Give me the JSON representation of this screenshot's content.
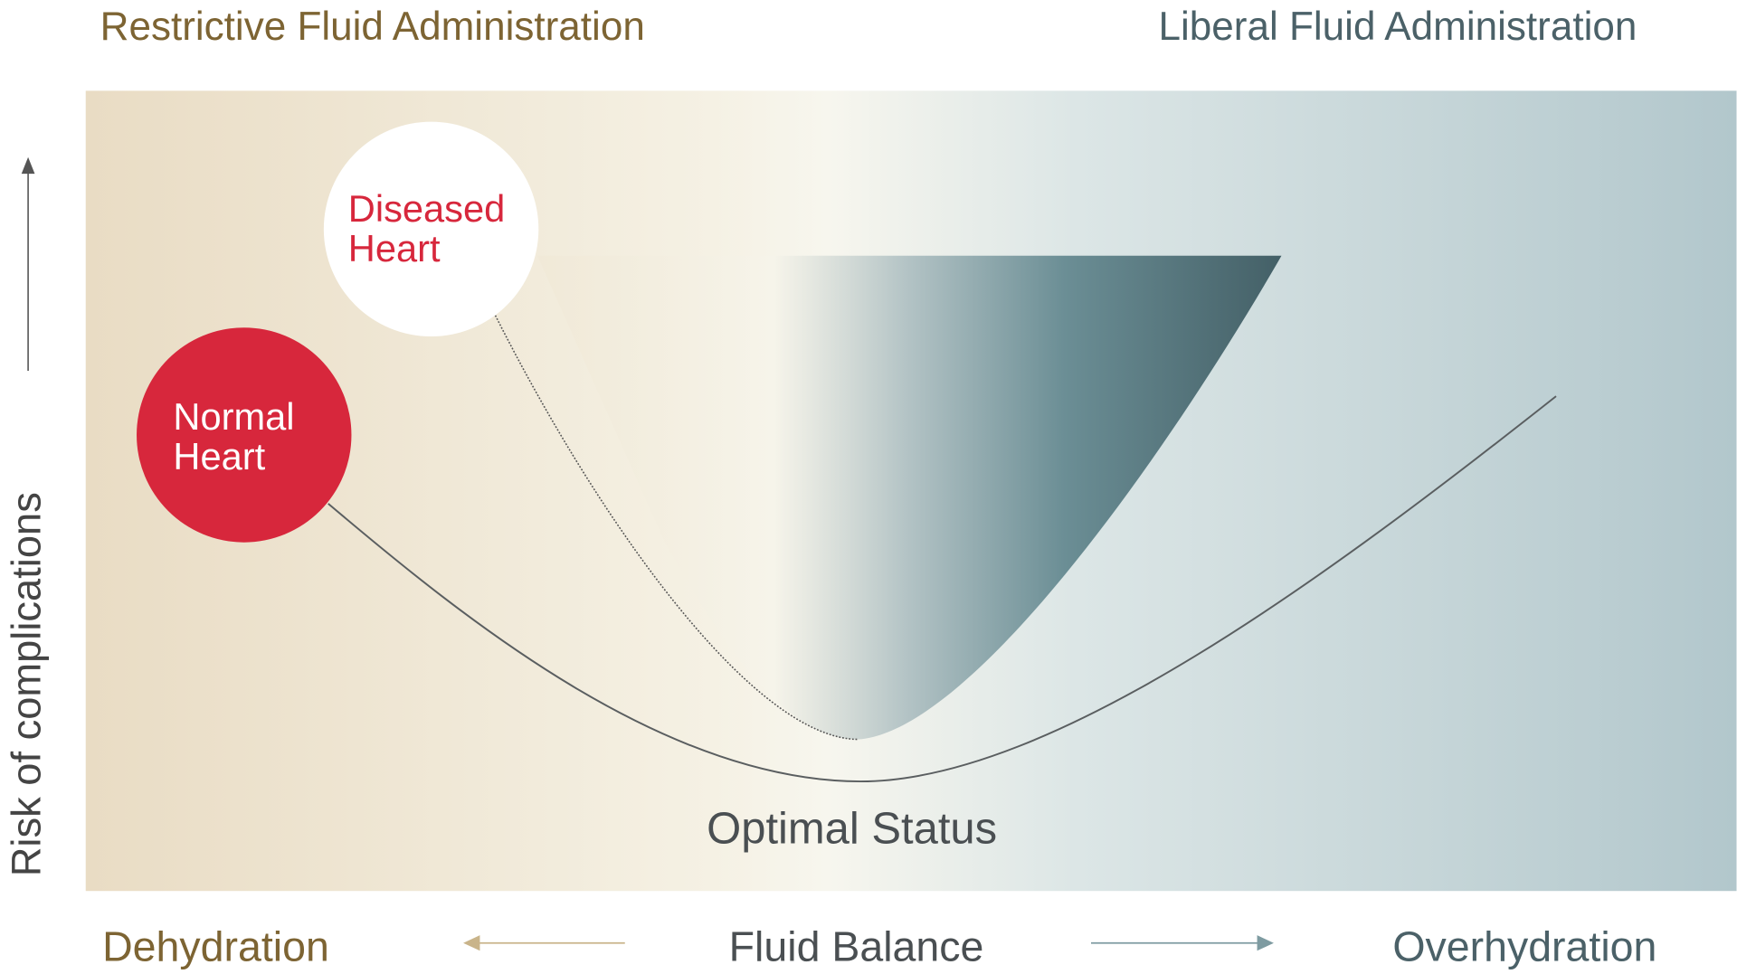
{
  "header": {
    "left_title": "Restrictive Fluid Administration",
    "right_title": "Liberal Fluid Administration"
  },
  "y_axis": {
    "label": "Risk of complications"
  },
  "bubbles": {
    "diseased": {
      "line1": "Diseased",
      "line2": "Heart"
    },
    "normal": {
      "line1": "Normal",
      "line2": "Heart"
    }
  },
  "optimal_label": "Optimal Status",
  "footer": {
    "left": "Dehydration",
    "center": "Fluid Balance",
    "right": "Overhydration"
  },
  "colors": {
    "gold": "#7d6433",
    "slate": "#4b6168",
    "red": "#d7273c",
    "dark_text": "#4a4f52",
    "bg_left": "#e9dcc4",
    "bg_mid": "#f7f5ec",
    "bg_right": "#b2c7cc",
    "teal_dark": "#435f66"
  }
}
